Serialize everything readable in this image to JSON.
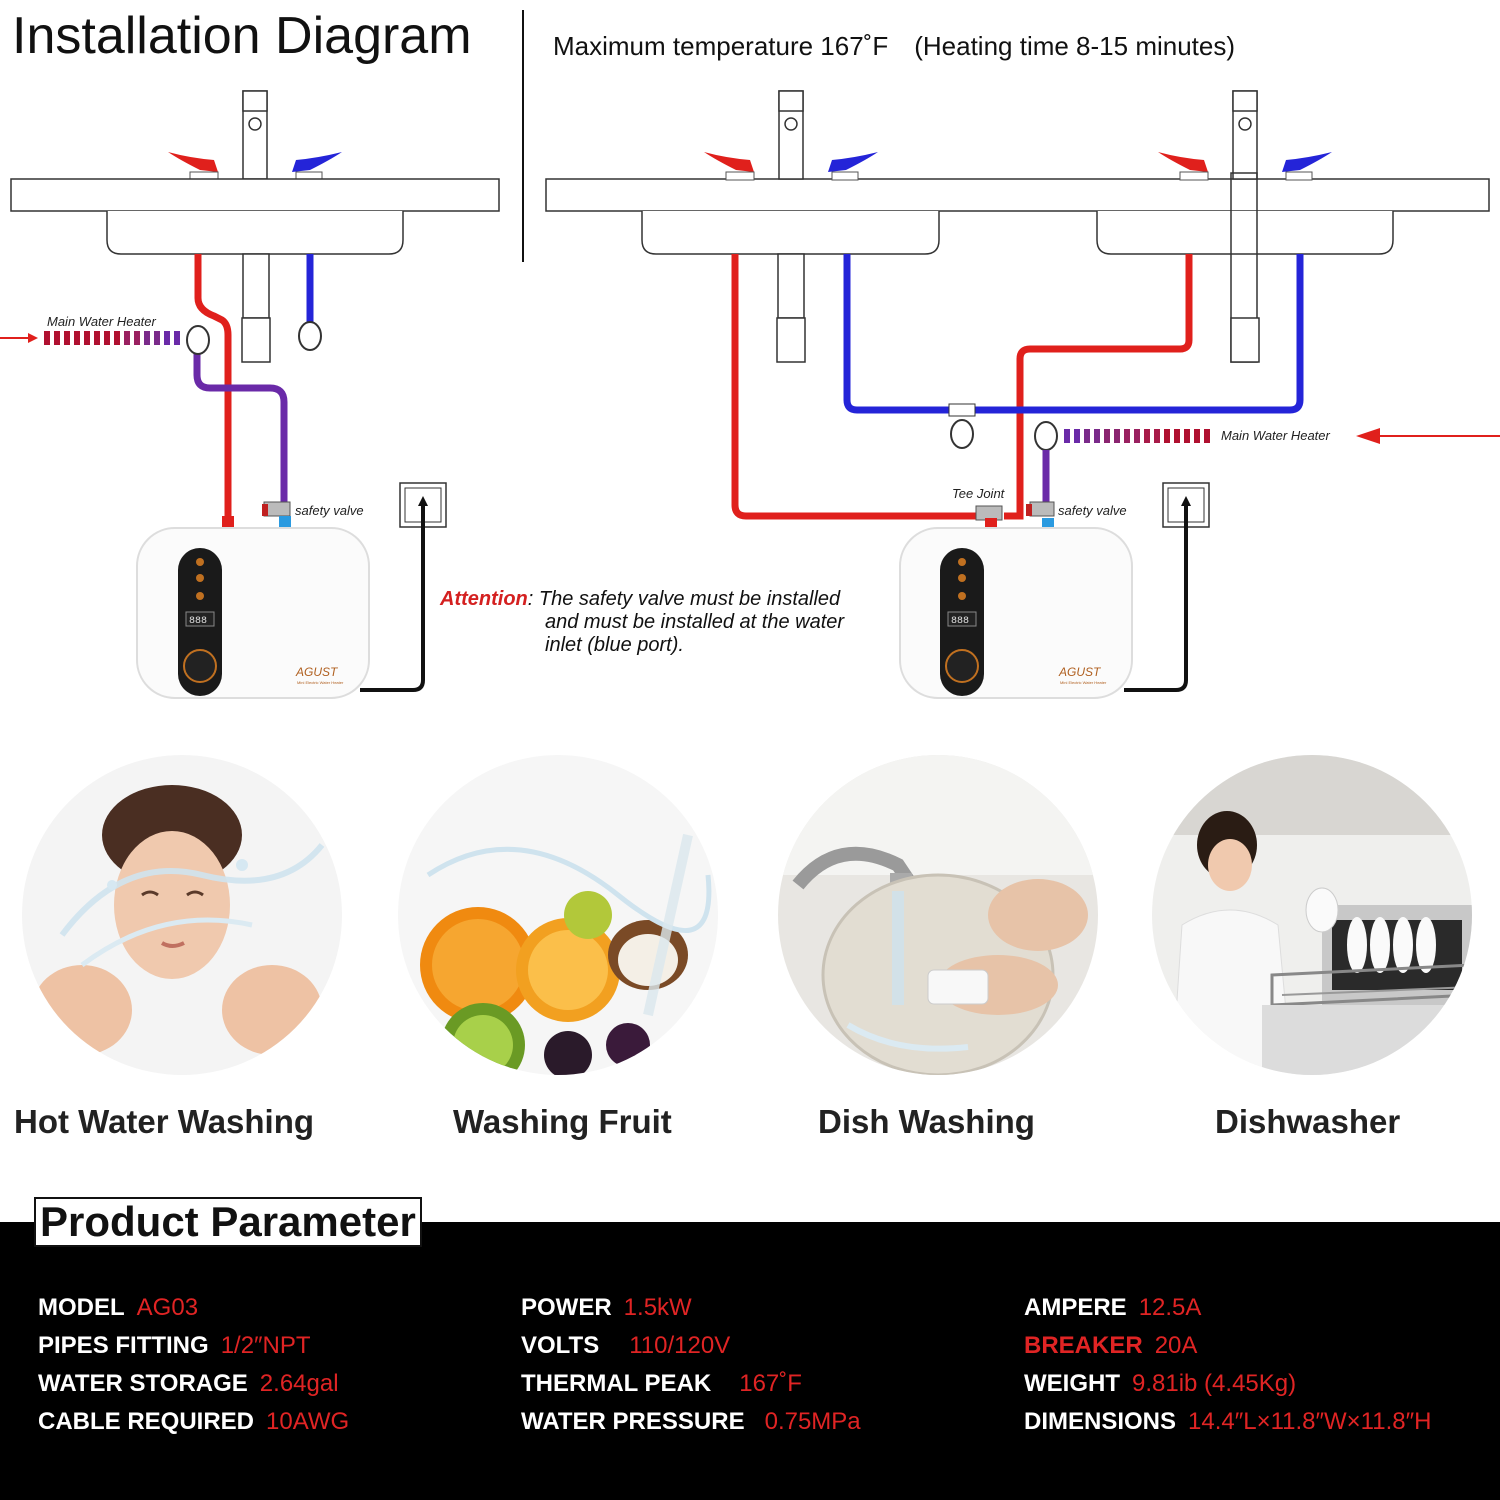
{
  "header": {
    "title": "Installation Diagram",
    "temp_note": "Maximum temperature 167˚F　(Heating time 8-15 minutes)"
  },
  "diagram": {
    "main_water_heater_label": "Main Water Heater",
    "safety_valve_label": "safety valve",
    "tee_joint_label": "Tee Joint",
    "brand_logo": "AGUST",
    "brand_sub": "Mini Electric Water Heater",
    "display_readout": "888",
    "hot_pipe_color": "#e0201c",
    "cold_pipe_color": "#2424d8",
    "inlet_pipe_color": "#6a2aa8",
    "attention_word": "Attention",
    "attention_line1": ": The safety valve must be installed",
    "attention_line2": "and must be installed at the water",
    "attention_line3": "inlet (blue port)."
  },
  "uses": [
    {
      "label": "Hot Water Washing",
      "icon": "face-washing-photo"
    },
    {
      "label": "Washing Fruit",
      "icon": "fruit-splash-photo"
    },
    {
      "label": "Dish Washing",
      "icon": "plate-rinsing-photo"
    },
    {
      "label": "Dishwasher",
      "icon": "dishwasher-loading-photo"
    }
  ],
  "parameters": {
    "title": "Product Parameter",
    "columns": [
      [
        {
          "label": "MODEL",
          "value": "AG03"
        },
        {
          "label": "PIPES FITTING",
          "value": "1/2″NPT"
        },
        {
          "label": "WATER STORAGE",
          "value": "2.64gal"
        },
        {
          "label": "CABLE REQUIRED",
          "value": "10AWG"
        }
      ],
      [
        {
          "label": "POWER",
          "value": "1.5kW"
        },
        {
          "label": "VOLTS",
          "value": "110/120V"
        },
        {
          "label": "THERMAL PEAK",
          "value": "167˚F"
        },
        {
          "label": "WATER PRESSURE",
          "value": "0.75MPa"
        }
      ],
      [
        {
          "label": "AMPERE",
          "value": "12.5A"
        },
        {
          "label": "BREAKER",
          "value": "20A"
        },
        {
          "label": "WEIGHT",
          "value": "9.81ib (4.45Kg)"
        },
        {
          "label": "DIMENSIONS",
          "value": "14.4″L×11.8″W×11.8″H"
        }
      ]
    ],
    "label_color": "#ffffff",
    "value_color": "#e02424"
  }
}
